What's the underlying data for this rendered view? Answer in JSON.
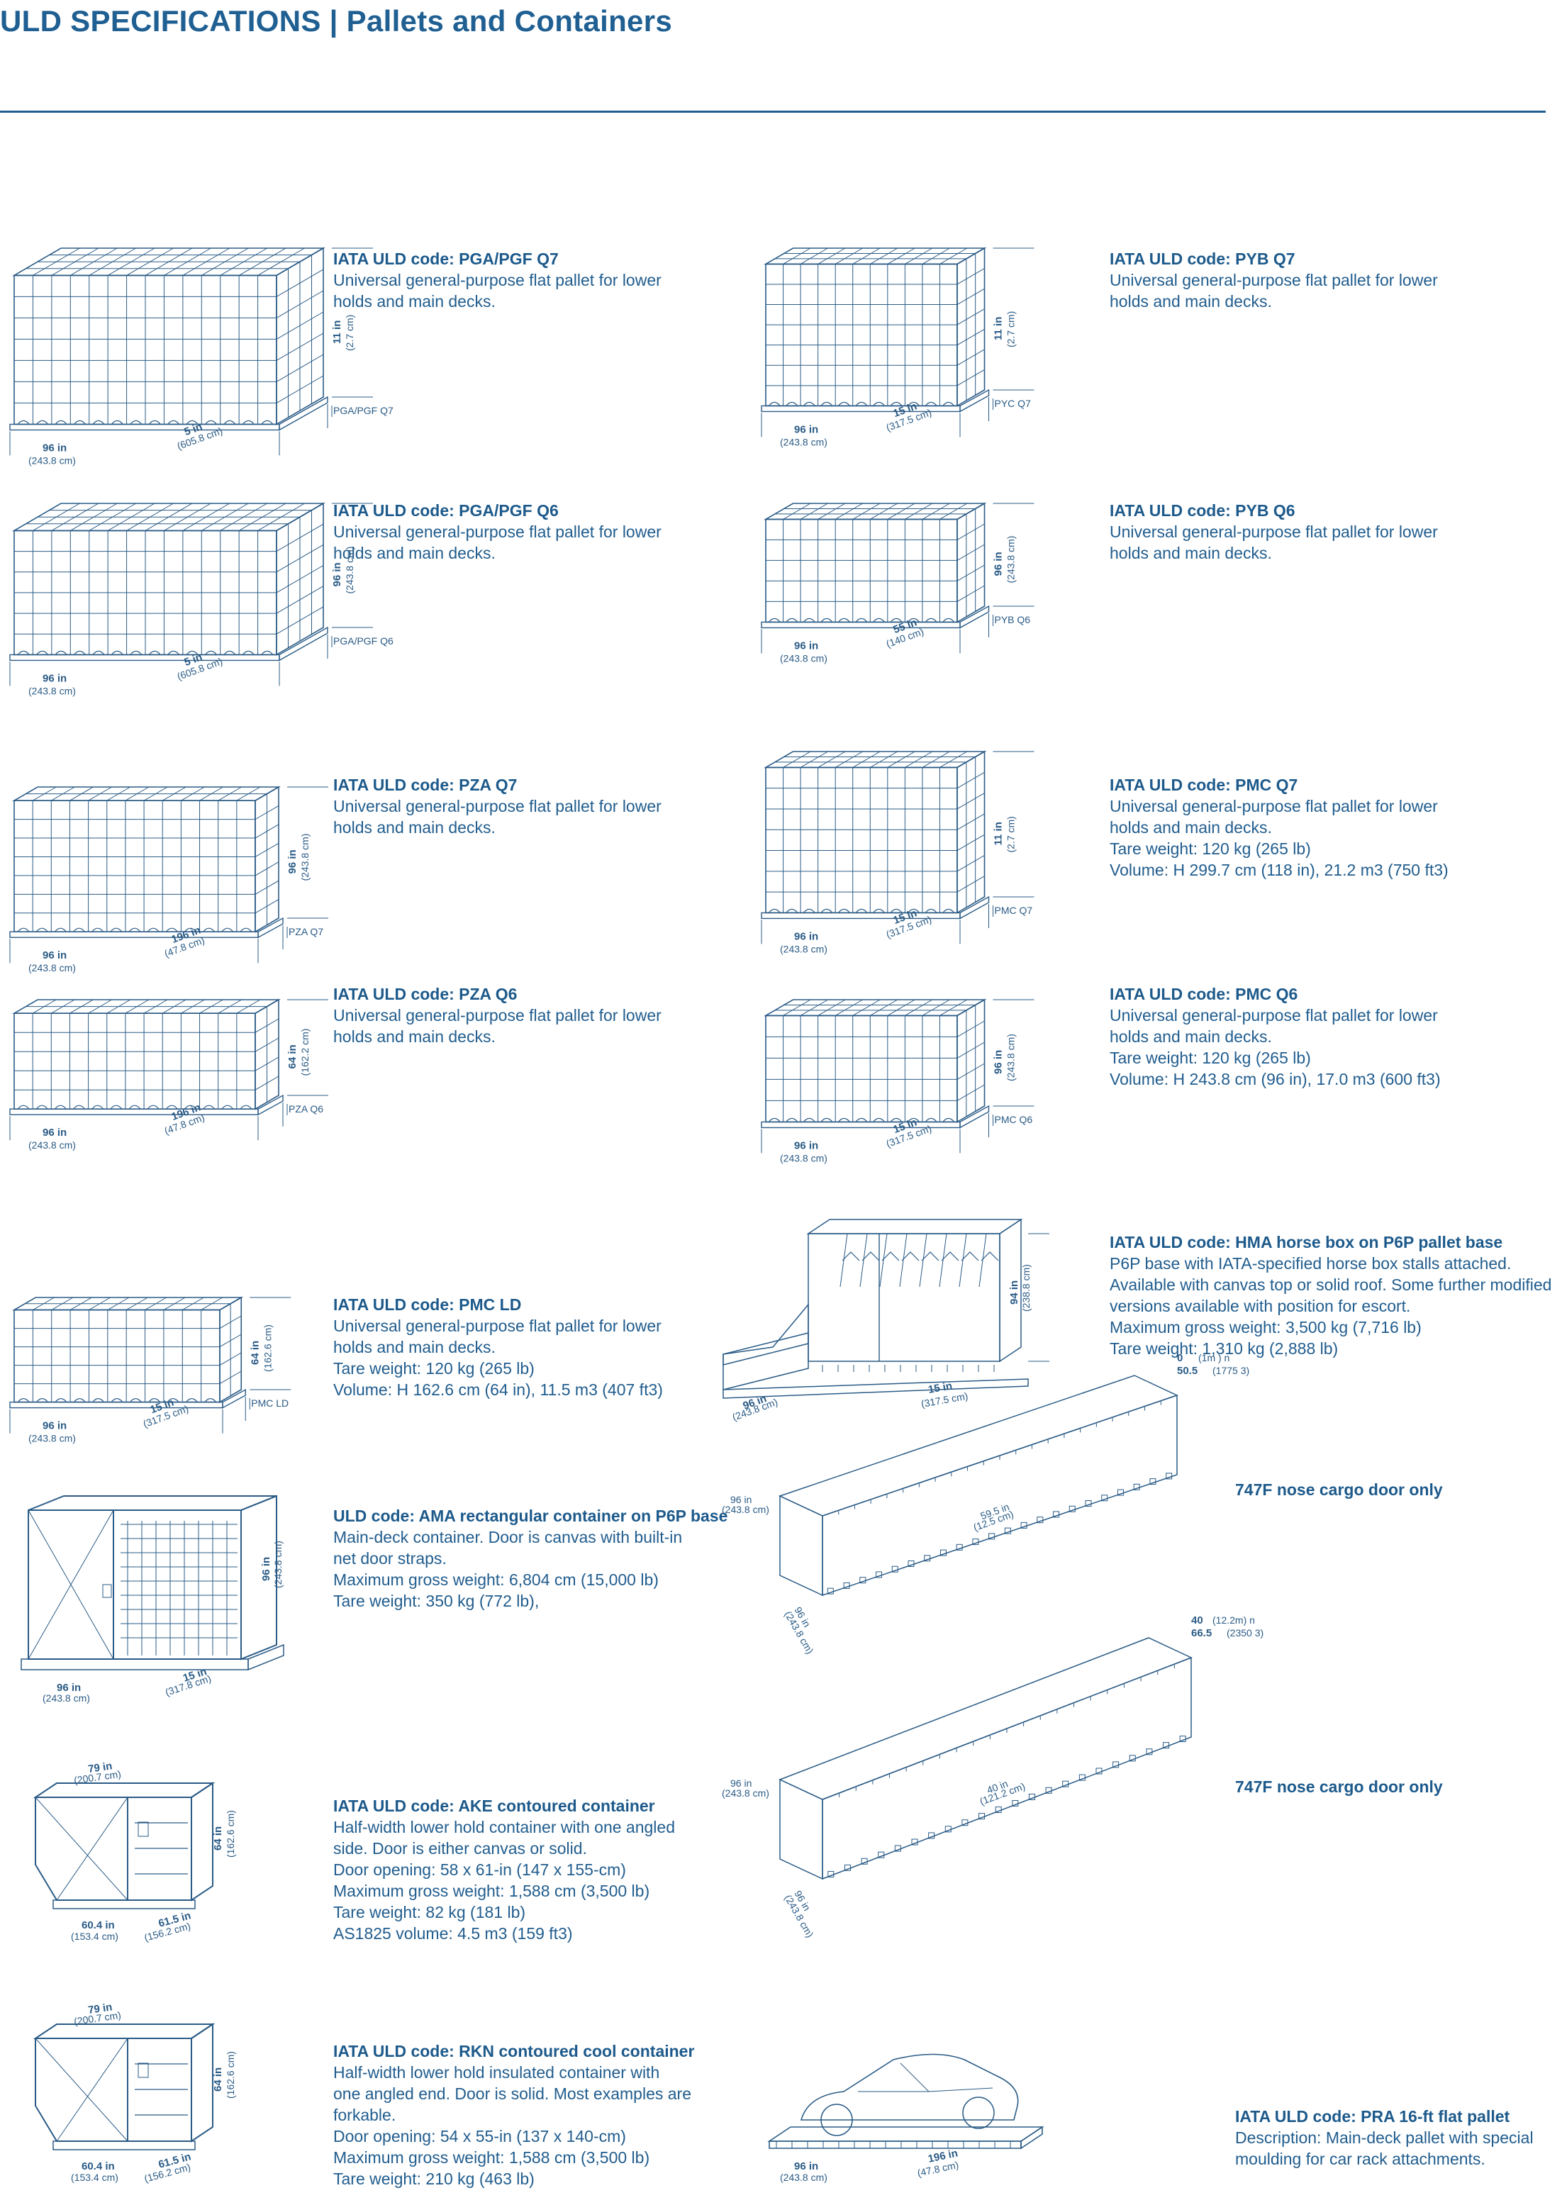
{
  "page": {
    "title": "ULD SPECIFICATIONS | Pallets and Containers"
  },
  "colors": {
    "accent": "#1f5f92",
    "text": "#215d8e",
    "line": "#2a5b86"
  },
  "items": [
    {
      "heading": "IATA ULD code: PGA/PGF Q7",
      "lines": [
        "Universal general-purpose flat pallet for lower",
        "holds and main decks."
      ],
      "fig": {
        "label": "PGA/PGF Q7",
        "d1": "96 in",
        "d1s": "(243.8 cm)",
        "d2": "5      in",
        "d2s": "(605.8 cm)",
        "h": "11 in",
        "hs": "(2.7 cm)"
      }
    },
    {
      "heading": "IATA ULD code: PYB Q7",
      "lines": [
        "Universal general-purpose flat pallet for lower",
        "holds and main decks."
      ],
      "fig": {
        "label": "PYC Q7",
        "d1": "96 in",
        "d1s": "(243.8 cm)",
        "d2": "15 in",
        "d2s": "(317.5 cm)",
        "h": "11 in",
        "hs": "(2.7 cm)"
      }
    },
    {
      "heading": "IATA ULD code: PGA/PGF Q6",
      "lines": [
        "Universal general-purpose flat pallet for lower",
        "holds and main decks."
      ],
      "fig": {
        "label": "PGA/PGF Q6",
        "d1": "96 in",
        "d1s": "(243.8 cm)",
        "d2": "5      in",
        "d2s": "(605.8 cm)",
        "h": "96 in",
        "hs": "(243.8 cm)"
      }
    },
    {
      "heading": "IATA ULD code: PYB Q6",
      "lines": [
        "Universal general-purpose flat pallet for lower",
        "holds and main decks."
      ],
      "fig": {
        "label": "PYB Q6",
        "d1": "96 in",
        "d1s": "(243.8 cm)",
        "d2": "55 in",
        "d2s": "(140 cm)",
        "h": "96 in",
        "hs": "(243.8 cm)"
      }
    },
    {
      "heading": "IATA ULD code: PZA Q7",
      "lines": [
        "Universal general-purpose flat pallet for lower",
        "holds and main decks."
      ],
      "fig": {
        "label": "PZA Q7",
        "d1": "96 in",
        "d1s": "(243.8 cm)",
        "d2": "196 in",
        "d2s": "(47.8 cm)",
        "h": "96 in",
        "hs": "(243.8 cm)"
      }
    },
    {
      "heading": "IATA ULD code: PMC Q7",
      "lines": [
        "Universal general-purpose flat pallet for lower",
        "holds and main decks.",
        "Tare weight: 120 kg (265 lb)",
        "Volume: H 299.7 cm (118 in), 21.2 m3 (750 ft3)"
      ],
      "fig": {
        "label": "PMC Q7",
        "d1": "96 in",
        "d1s": "(243.8 cm)",
        "d2": "15 in",
        "d2s": "(317.5 cm)",
        "h": "11 in",
        "hs": "(2.7 cm)"
      }
    },
    {
      "heading": "IATA ULD code: PZA Q6",
      "lines": [
        "Universal general-purpose flat pallet for lower",
        "holds and main decks."
      ],
      "fig": {
        "label": "PZA Q6",
        "d1": "96 in",
        "d1s": "(243.8 cm)",
        "d2": "196 in",
        "d2s": "(47.8 cm)",
        "h": "64 in",
        "hs": "(162.2 cm)"
      }
    },
    {
      "heading": "IATA ULD code: PMC Q6",
      "lines": [
        "Universal general-purpose flat pallet for lower",
        "holds and main decks.",
        "Tare weight: 120 kg (265 lb)",
        "Volume: H 243.8 cm (96 in), 17.0 m3 (600 ft3)"
      ],
      "fig": {
        "label": "PMC Q6",
        "d1": "96 in",
        "d1s": "(243.8 cm)",
        "d2": "15 in",
        "d2s": "(317.5 cm)",
        "h": "96 in",
        "hs": "(243.8 cm)"
      }
    },
    {
      "heading": "IATA ULD code: PMC LD",
      "lines": [
        "Universal general-purpose flat pallet for lower",
        "holds and main decks.",
        "Tare weight: 120 kg (265 lb)",
        "Volume: H 162.6 cm (64 in), 11.5 m3 (407 ft3)"
      ],
      "fig": {
        "label": "PMC LD",
        "d1": "96 in",
        "d1s": "(243.8 cm)",
        "d2": "15 in",
        "d2s": "(317.5 cm)",
        "h": "64 in",
        "hs": "(162.6 cm)"
      }
    },
    {
      "heading": "IATA ULD code: HMA horse box on P6P pallet base",
      "lines": [
        "P6P base with IATA-specified horse box stalls attached.",
        "Available with canvas top or solid roof. Some further modified",
        "versions available with position for escort.",
        "Maximum gross weight: 3,500 kg (7,716 lb)",
        "Tare weight: 1,310 kg (2,888 lb)"
      ],
      "fig": {
        "d1": "96 in",
        "d1s": "(243.8 cm)",
        "d2": "15 in",
        "d2s": "(317.5 cm)",
        "h": "94 in",
        "hs": "(238.8 cm)"
      }
    },
    {
      "heading": "ULD code: AMA rectangular container on P6P base",
      "lines": [
        "Main-deck container. Door is canvas with built-in",
        "net door straps.",
        "Maximum gross weight: 6,804 cm (15,000 lb)",
        "Tare weight: 350 kg (772 lb),"
      ],
      "fig": {
        "d1": "96 in",
        "d1s": "(243.8 cm)",
        "d2": "15 in",
        "d2s": "(317.8 cm)",
        "h": "96 in",
        "hs": "(243.8 cm)"
      }
    },
    {
      "heading": "747F nose cargo door only",
      "lines": [],
      "fig": {
        "t1": "0",
        "t1s": "(1m   ) n",
        "t2": "50.5",
        "t2s": "(1775  3)",
        "h": "96 in",
        "hs": "(243.8 cm)",
        "w": "96 in",
        "ws": "(243.8 cm)",
        "l": "59.5 in",
        "ls": "(12.5 cm)"
      }
    },
    {
      "heading": "IATA ULD code: AKE contoured container",
      "lines": [
        "Half-width lower hold container with one angled",
        "side. Door is either canvas or solid.",
        "Door opening: 58 x 61-in (147 x 155-cm)",
        "Maximum gross weight: 1,588 cm (3,500 lb)",
        "Tare weight: 82 kg (181 lb)",
        "AS1825 volume: 4.5 m3 (159 ft3)"
      ],
      "fig": {
        "top": "79 in",
        "tops": "(200.7 cm)",
        "d1": "60.4 in",
        "d1s": "(153.4 cm)",
        "d2": "61.5 in",
        "d2s": "(156.2 cm)",
        "h": "64 in",
        "hs": "(162.6 cm)"
      }
    },
    {
      "heading": "747F nose cargo door only",
      "lines": [],
      "fig": {
        "t1": "40",
        "t1s": "(12.2m) n",
        "t2": "66.5",
        "t2s": "(2350 3)",
        "h": "96 in",
        "hs": "(243.8 cm)",
        "w": "96 in",
        "ws": "(243.8 cm)",
        "l": "40 in",
        "ls": "(121.2 cm)"
      }
    },
    {
      "heading": "IATA ULD code: RKN contoured cool container",
      "lines": [
        "Half-width lower hold insulated container with",
        "one angled end. Door is solid. Most examples are",
        "forkable.",
        "Door opening: 54 x 55-in (137 x 140-cm)",
        "Maximum gross weight: 1,588 cm (3,500 lb)",
        "Tare weight: 210 kg (463 lb)"
      ],
      "fig": {
        "top": "79 in",
        "tops": "(200.7 cm)",
        "d1": "60.4 in",
        "d1s": "(153.4 cm)",
        "d2": "61.5 in",
        "d2s": "(156.2 cm)",
        "h": "64 in",
        "hs": "(162.6 cm)"
      }
    },
    {
      "heading": "IATA ULD code:  PRA 16-ft flat pallet",
      "lines": [
        "Description: Main-deck pallet with special",
        "moulding for car rack attachments."
      ],
      "fig": {
        "d1": "96 in",
        "d1s": "(243.8 cm)",
        "d2": "196 in",
        "d2s": "(47.8 cm)"
      }
    }
  ]
}
